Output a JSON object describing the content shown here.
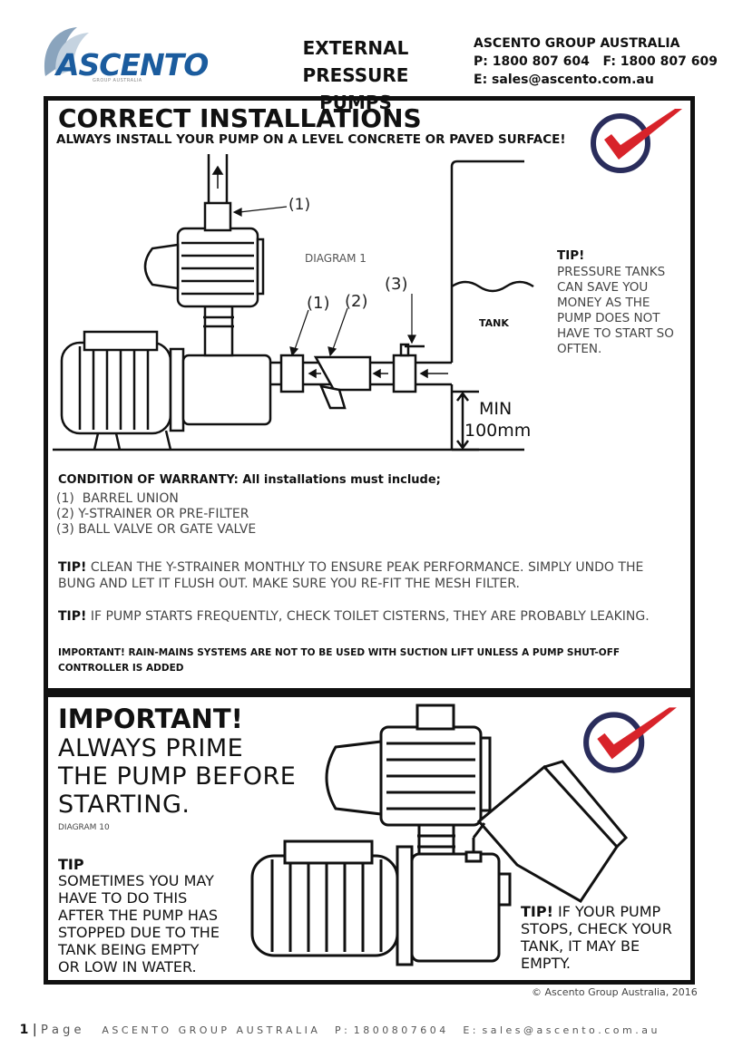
{
  "header": {
    "logo_text": "ASCENTO",
    "logo_sub": "GROUP AUSTRALIA",
    "title_line1": "EXTERNAL",
    "title_line2": "PRESSURE PUMPS",
    "company": "ASCENTO GROUP AUSTRALIA",
    "phone_fax": "P: 1800 807 604   F: 1800 807 609",
    "email": "E: sales@ascento.com.au"
  },
  "section1": {
    "heading": "CORRECT INSTALLATIONS",
    "subheading": "ALWAYS INSTALL YOUR PUMP ON A LEVEL CONCRETE OR PAVED SURFACE!",
    "diagram_label": "DIAGRAM 1",
    "callout1_top": "(1)",
    "callout1": "(1)",
    "callout2": "(2)",
    "callout3": "(3)",
    "tank_label": "TANK",
    "min_label_line1": "MIN",
    "min_label_line2": "100mm",
    "tip_title": "TIP!",
    "tip_text": [
      "PRESSURE TANKS",
      "CAN SAVE YOU",
      "MONEY AS THE",
      "PUMP DOES NOT",
      "HAVE TO START SO",
      "OFTEN."
    ],
    "warranty_title": "CONDITION OF WARRANTY:",
    "warranty_rest": " All installations must include;",
    "warranty_items": [
      "(1)  BARREL UNION",
      "(2) Y-STRAINER OR PRE-FILTER",
      "(3) BALL VALVE OR GATE VALVE"
    ],
    "tip_strainer_label": "TIP!",
    "tip_strainer_line1": " CLEAN THE Y-STRAINER MONTHLY TO  ENSURE PEAK PERFORMANCE. SIMPLY UNDO THE",
    "tip_strainer_line2": "BUNG AND LET IT FLUSH OUT. MAKE SURE YOU RE-FIT THE MESH FILTER.",
    "tip_pump_label": "TIP!",
    "tip_pump_text": " IF PUMP STARTS FREQUENTLY, CHECK TOILET CISTERNS, THEY ARE PROBABLY LEAKING.",
    "important_line1": "IMPORTANT! RAIN-MAINS SYSTEMS ARE NOT TO BE USED WITH SUCTION LIFT UNLESS A PUMP SHUT-OFF",
    "important_line2": "CONTROLLER IS ADDED"
  },
  "section2": {
    "heading": "IMPORTANT!",
    "prime_lines": [
      "ALWAYS PRIME",
      "THE PUMP BEFORE",
      "STARTING."
    ],
    "diagram_label": "DIAGRAM 10",
    "tip_title": "TIP",
    "tip_lines": [
      "SOMETIMES YOU MAY",
      "HAVE TO DO THIS",
      "AFTER THE PUMP HAS",
      "STOPPED DUE TO THE",
      "TANK BEING EMPTY",
      "OR LOW IN WATER."
    ],
    "tip_right_label": "TIP!",
    "tip_right_lines": [
      " IF YOUR PUMP",
      "STOPS, CHECK YOUR",
      "TANK, IT MAY BE",
      "EMPTY."
    ]
  },
  "footer": {
    "copyright": "© Ascento Group Australia, 2016",
    "page_num": "1",
    "page_word": "P a g e",
    "company": "A S C E N T O   G R O U P   A U S T R A L I A",
    "phone": "P :  1 8 0 0 8 0 7 6 0 4",
    "email": "E :  s a l e s @ a s c e n t o . c o m . a u"
  },
  "colors": {
    "brand_blue": "#1b5c9e",
    "check_red": "#d8232a",
    "check_navy": "#2a2d5c"
  }
}
